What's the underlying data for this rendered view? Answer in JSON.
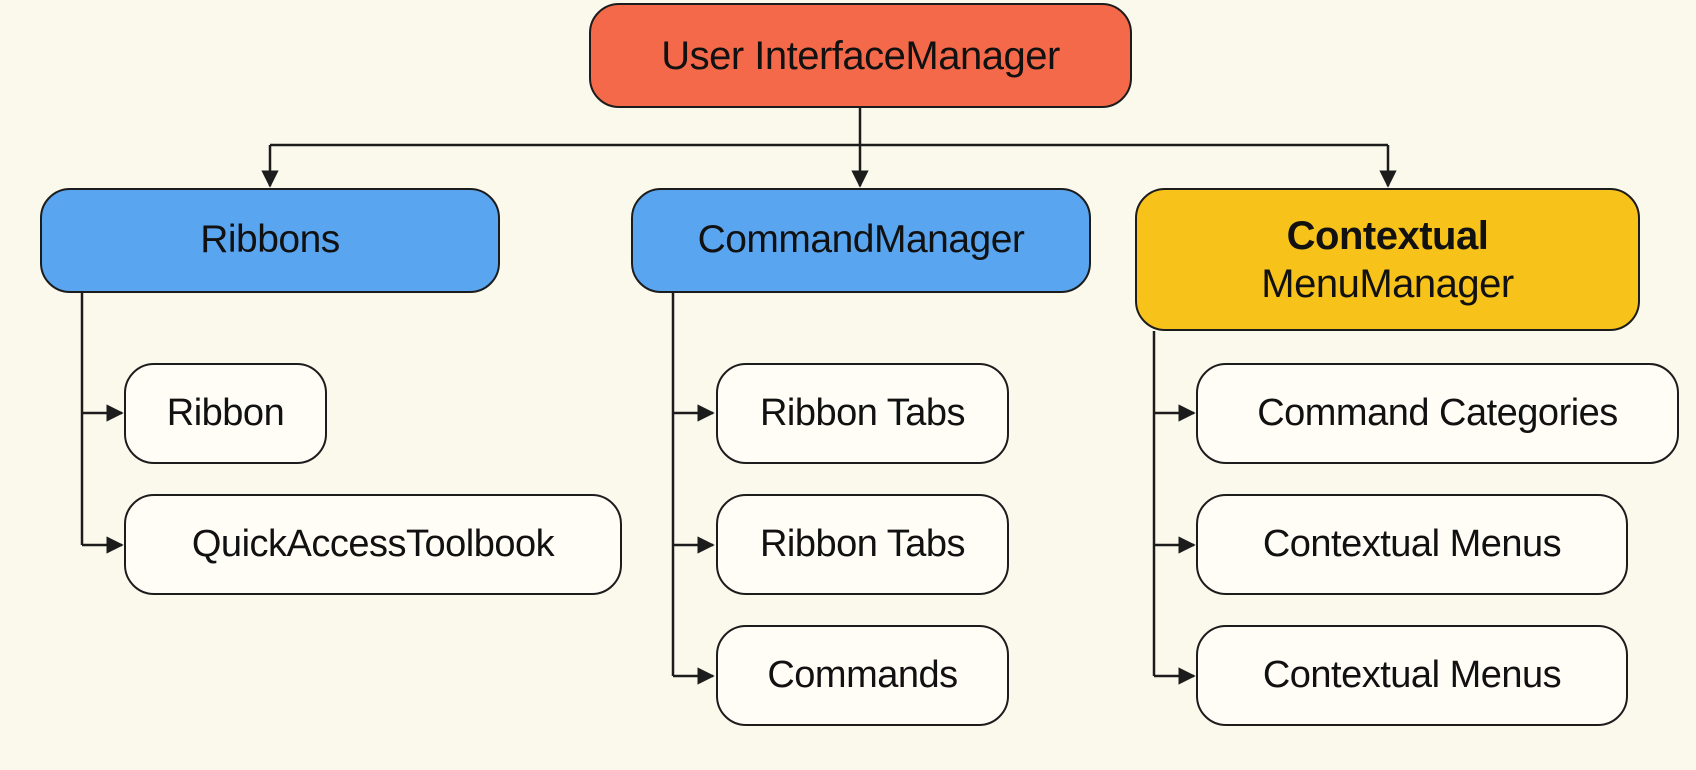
{
  "diagram": {
    "root": {
      "label": "User InterfaceManager",
      "color": "#f4694a"
    },
    "categories": [
      {
        "label": "Ribbons",
        "color": "#5aa5ef",
        "children": [
          "Ribbon",
          "QuickAccessToolbook"
        ]
      },
      {
        "label": "CommandManager",
        "color": "#5aa5ef",
        "children": [
          "Ribbon Tabs",
          "Ribbon Tabs",
          "Commands"
        ]
      },
      {
        "label_line1": "Contextual",
        "label_line2": "MenuManager",
        "color": "#f7c21a",
        "children": [
          "Command Categories",
          "Contextual Menus",
          "Contextual Menus"
        ]
      }
    ],
    "leaf_color": "#fffdf6",
    "background_color": "#fbf8ec"
  }
}
